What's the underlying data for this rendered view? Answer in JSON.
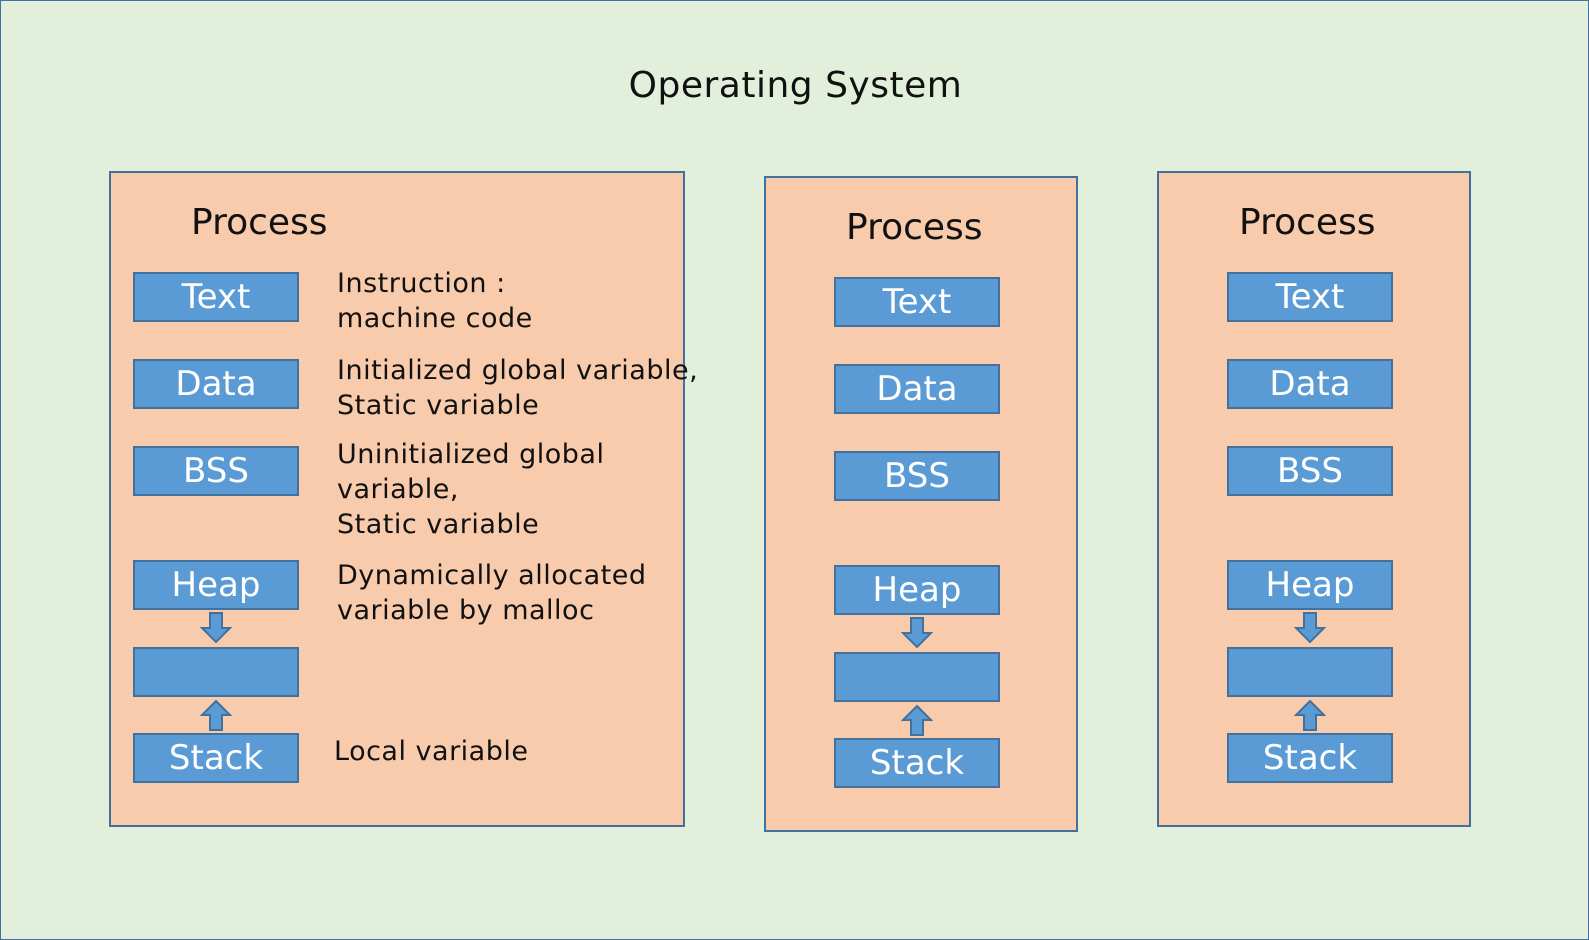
{
  "os_title": "Operating System",
  "processes": [
    {
      "title": "Process",
      "segments": {
        "text": "Text",
        "data": "Data",
        "bss": "BSS",
        "heap": "Heap",
        "gap": "",
        "stack": "Stack"
      },
      "descriptions": {
        "text": [
          "Instruction :",
          "machine code"
        ],
        "data": [
          "Initialized global variable,",
          "Static variable"
        ],
        "bss": [
          "Uninitialized global",
          "variable,",
          "Static variable"
        ],
        "heap": [
          "Dynamically allocated",
          "variable by malloc"
        ],
        "stack": [
          "Local variable"
        ]
      }
    },
    {
      "title": "Process",
      "segments": {
        "text": "Text",
        "data": "Data",
        "bss": "BSS",
        "heap": "Heap",
        "gap": "",
        "stack": "Stack"
      }
    },
    {
      "title": "Process",
      "segments": {
        "text": "Text",
        "data": "Data",
        "bss": "BSS",
        "heap": "Heap",
        "gap": "",
        "stack": "Stack"
      }
    }
  ],
  "colors": {
    "os_background": "#e2efda",
    "process_background": "#f8cbad",
    "segment_fill": "#5b9bd5",
    "border": "#41719c"
  }
}
